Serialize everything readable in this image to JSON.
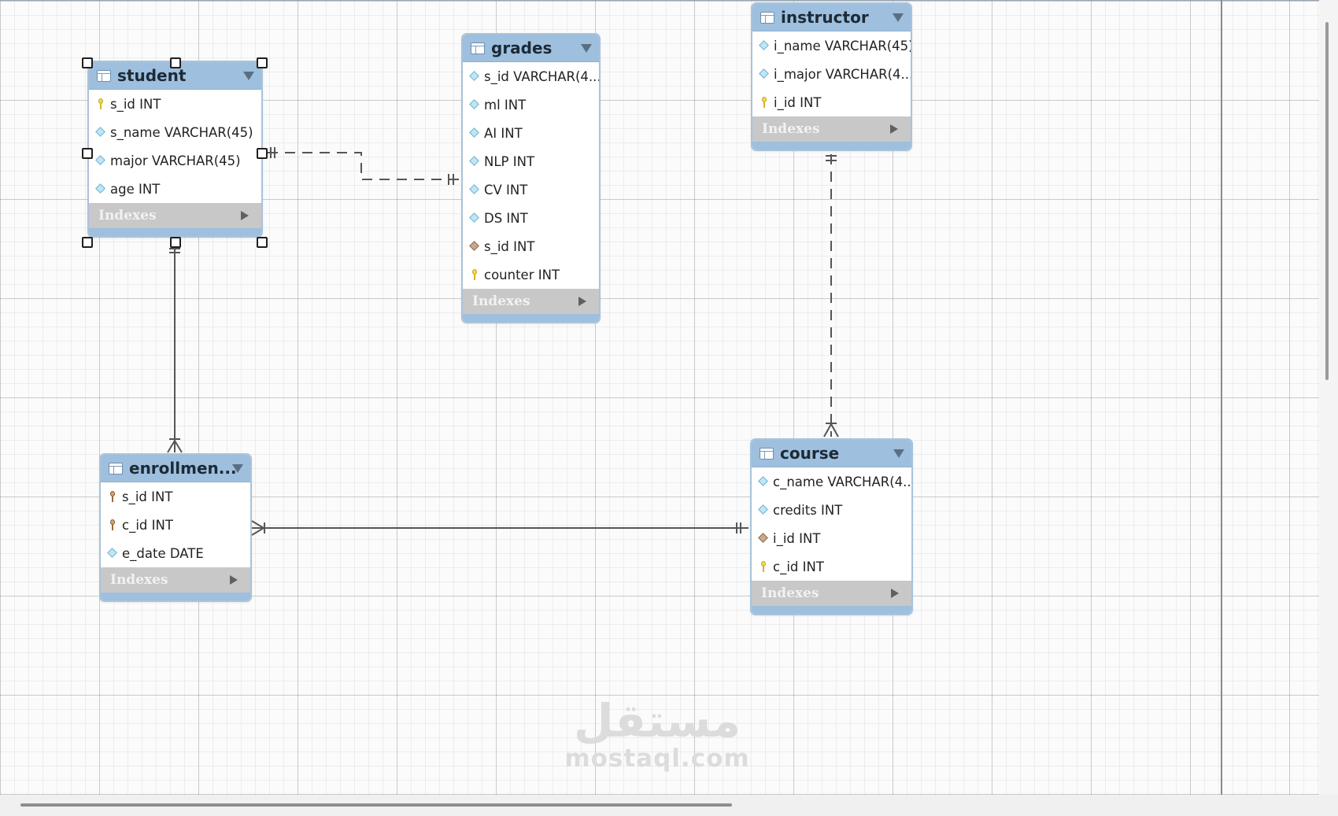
{
  "tables": [
    {
      "id": "student",
      "title": "student",
      "indexes_label": "Indexes",
      "selected": true,
      "columns": [
        {
          "text": "s_id INT",
          "icon": "primary-key-icon"
        },
        {
          "text": "s_name VARCHAR(45)",
          "icon": "column-diamond-icon"
        },
        {
          "text": "major VARCHAR(45)",
          "icon": "column-diamond-icon"
        },
        {
          "text": "age INT",
          "icon": "column-diamond-icon"
        }
      ]
    },
    {
      "id": "grades",
      "title": "grades",
      "indexes_label": "Indexes",
      "selected": false,
      "columns": [
        {
          "text": "s_id VARCHAR(4...",
          "icon": "column-diamond-icon"
        },
        {
          "text": "ml INT",
          "icon": "column-diamond-icon"
        },
        {
          "text": "AI INT",
          "icon": "column-diamond-icon"
        },
        {
          "text": "NLP INT",
          "icon": "column-diamond-icon"
        },
        {
          "text": "CV INT",
          "icon": "column-diamond-icon"
        },
        {
          "text": "DS INT",
          "icon": "column-diamond-icon"
        },
        {
          "text": "s_id INT",
          "icon": "foreign-key-diamond-icon"
        },
        {
          "text": "counter INT",
          "icon": "primary-key-icon"
        }
      ]
    },
    {
      "id": "instructor",
      "title": "instructor",
      "indexes_label": "Indexes",
      "selected": false,
      "columns": [
        {
          "text": "i_name VARCHAR(45)",
          "icon": "column-diamond-icon"
        },
        {
          "text": "i_major VARCHAR(4...",
          "icon": "column-diamond-icon"
        },
        {
          "text": "i_id INT",
          "icon": "primary-key-icon"
        }
      ]
    },
    {
      "id": "enrollment",
      "title": "enrollmen...",
      "indexes_label": "Indexes",
      "selected": false,
      "columns": [
        {
          "text": "s_id INT",
          "icon": "primary-foreign-key-icon"
        },
        {
          "text": "c_id INT",
          "icon": "primary-foreign-key-icon"
        },
        {
          "text": "e_date DATE",
          "icon": "column-diamond-icon"
        }
      ]
    },
    {
      "id": "course",
      "title": "course",
      "indexes_label": "Indexes",
      "selected": false,
      "columns": [
        {
          "text": "c_name VARCHAR(4...",
          "icon": "column-diamond-icon"
        },
        {
          "text": "credits INT",
          "icon": "column-diamond-icon"
        },
        {
          "text": "i_id INT",
          "icon": "foreign-key-diamond-icon"
        },
        {
          "text": "c_id INT",
          "icon": "primary-key-icon"
        }
      ]
    }
  ],
  "relationships": [
    {
      "from": "student",
      "to": "grades",
      "style": "dashed",
      "from_end": "one-and-only-one",
      "to_end": "one-and-only-one"
    },
    {
      "from": "student",
      "to": "enrollment",
      "style": "solid",
      "from_end": "one-and-only-one",
      "to_end": "one-or-many"
    },
    {
      "from": "instructor",
      "to": "course",
      "style": "dashed",
      "from_end": "one-and-only-one",
      "to_end": "one-or-many"
    },
    {
      "from": "course",
      "to": "enrollment",
      "style": "solid",
      "from_end": "one-and-only-one",
      "to_end": "one-or-many"
    }
  ],
  "watermark": {
    "arabic": "مستقل",
    "latin": "mostaql.com"
  },
  "colors": {
    "table_header": "#9ebfde",
    "table_border": "#a9c3dc",
    "indexes_bar": "#c8c8c8",
    "relationship_line": "#555555"
  }
}
